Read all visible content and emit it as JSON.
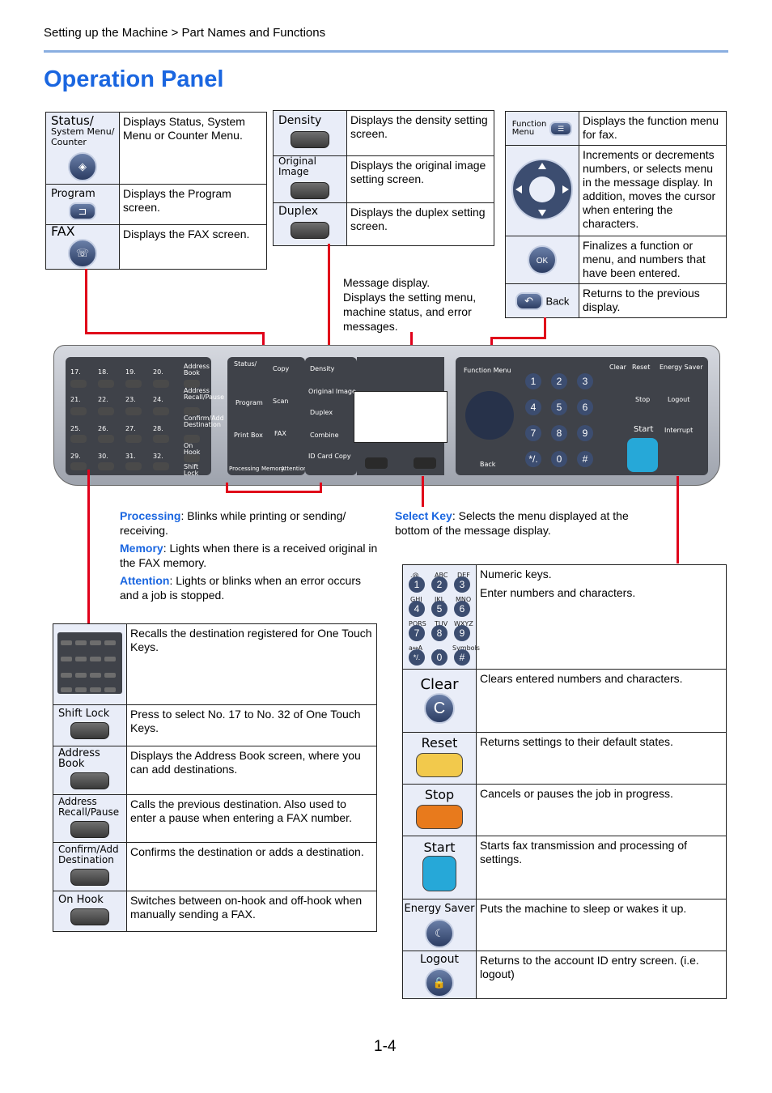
{
  "header": {
    "breadcrumb": "Setting up the Machine > Part Names and Functions",
    "title": "Operation Panel"
  },
  "left_table": [
    {
      "label": "Status/",
      "label2": "System Menu/",
      "label3": "Counter",
      "icon": "status-icon",
      "desc": "Displays Status, System Menu or Counter Menu."
    },
    {
      "label": "Program",
      "icon": "program-icon",
      "desc": "Displays the Program screen."
    },
    {
      "label": "FAX",
      "icon": "fax-icon",
      "desc": "Displays the FAX screen."
    }
  ],
  "middle_table": [
    {
      "label": "Density",
      "desc": "Displays the density setting screen."
    },
    {
      "label": "Original Image",
      "desc": "Displays the original image setting screen."
    },
    {
      "label": "Duplex",
      "desc": "Displays the duplex setting screen."
    }
  ],
  "right_table": [
    {
      "label": "Function",
      "label2": "Menu",
      "icon": "function-menu-icon",
      "desc": "Displays the function menu for fax."
    },
    {
      "icon": "arrow-keys-icon",
      "desc": "Increments or decrements numbers, or selects menu in the message display. In addition, moves the cursor when entering the characters."
    },
    {
      "label": "OK",
      "icon": "ok-icon",
      "desc": "Finalizes a function or menu, and numbers that have been entered."
    },
    {
      "label": "Back",
      "icon": "back-icon",
      "desc": "Returns to the previous display."
    }
  ],
  "message_display": "Message display.\nDisplays the setting menu, machine status, and error messages.",
  "callouts": {
    "processing_term": "Processing",
    "processing_text": ": Blinks while printing or sending/ receiving.",
    "memory_term": "Memory",
    "memory_text": ": Lights when there is a received original in the FAX memory.",
    "attention_term": "Attention",
    "attention_text": ": Lights or blinks when an error occurs and a job is stopped.",
    "select_term": "Select Key",
    "select_text": ": Selects the menu displayed at the bottom of the message display."
  },
  "onetouch_table": [
    {
      "label": "",
      "desc": "Recalls the destination registered for One Touch Keys."
    },
    {
      "label": "Shift Lock",
      "desc": "Press to select No. 17 to No. 32 of One Touch Keys."
    },
    {
      "label": "Address Book",
      "desc": "Displays the Address Book screen, where you can add destinations."
    },
    {
      "label": "Address Recall/Pause",
      "desc": "Calls the previous destination. Also used to enter a pause when entering a FAX number."
    },
    {
      "label": "Confirm/Add Destination",
      "desc": "Confirms the destination or adds a destination."
    },
    {
      "label": "On Hook",
      "desc": "Switches between on-hook and off-hook when manually sending a FAX."
    }
  ],
  "numeric_table": [
    {
      "label": "",
      "desc": "Numeric keys.",
      "desc2": "Enter numbers and characters."
    },
    {
      "label": "Clear",
      "desc": "Clears entered numbers and characters."
    },
    {
      "label": "Reset",
      "desc": "Returns settings to their default states."
    },
    {
      "label": "Stop",
      "desc": "Cancels or pauses the job in progress."
    },
    {
      "label": "Start",
      "desc": "Starts fax transmission and processing of settings."
    },
    {
      "label": "Energy Saver",
      "desc": "Puts the machine to sleep or wakes it up."
    },
    {
      "label": "Logout",
      "desc": "Returns to the account ID entry screen. (i.e. logout)"
    }
  ],
  "keypad": {
    "digits": [
      "1",
      "2",
      "3",
      "4",
      "5",
      "6",
      "7",
      "8",
      "9",
      "*/.",
      "0",
      "#"
    ],
    "letters": [
      ".@",
      "ABC",
      "DEF",
      "GHI",
      "JKL",
      "MNO",
      "PQRS",
      "TUV",
      "WXYZ",
      "a↔A",
      ". ,",
      "Symbols"
    ]
  },
  "panel_labels": {
    "status": "Status/",
    "copy": "Copy",
    "program": "Program",
    "scan": "Scan",
    "print_box": "Print Box",
    "fax": "FAX",
    "processing": "Processing",
    "memory": "Memory",
    "attention": "Attention",
    "density": "Density",
    "original_image": "Original Image",
    "duplex": "Duplex",
    "combine": "Combine",
    "id_card_copy": "ID Card Copy",
    "function_menu": "Function Menu",
    "back": "Back",
    "clear": "Clear",
    "reset": "Reset",
    "energy_saver": "Energy Saver",
    "stop": "Stop",
    "logout": "Logout",
    "start": "Start",
    "interrupt": "Interrupt",
    "address_book": "Address Book",
    "address_recall": "Address Recall/Pause",
    "confirm_add": "Confirm/Add Destination",
    "on_hook": "On Hook",
    "shift_lock": "Shift Lock",
    "onetouch_row1": [
      "17.",
      "18.",
      "19.",
      "20."
    ],
    "onetouch_row2": [
      "21.",
      "22.",
      "23.",
      "24."
    ],
    "onetouch_row3": [
      "25.",
      "26.",
      "27.",
      "28."
    ],
    "onetouch_row4": [
      "29.",
      "30.",
      "31.",
      "32."
    ]
  },
  "colors": {
    "accent": "#1a66e0",
    "callout_line": "#e0001a",
    "reset_key": "#f2c94c",
    "stop_key": "#e87a1c",
    "start_key": "#26a8d8"
  },
  "page_number": "1-4"
}
